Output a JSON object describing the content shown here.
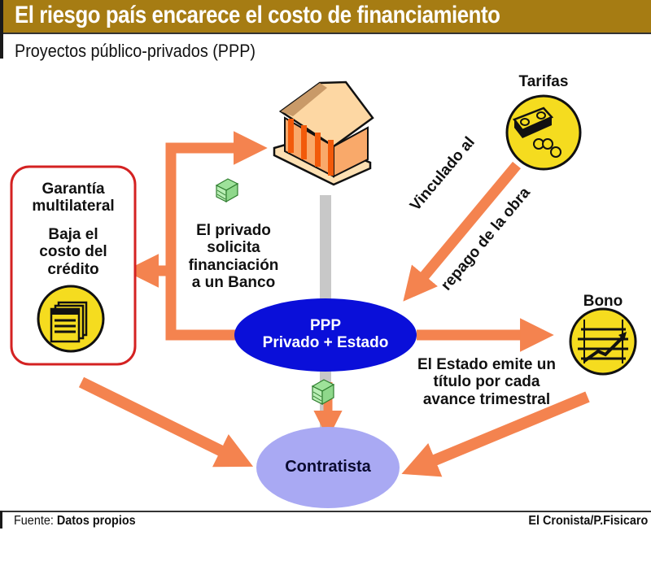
{
  "header": {
    "title": "El riesgo país encarece el costo de financiamiento",
    "subtitle": "Proyectos público-privados (PPP)"
  },
  "colors": {
    "title_bar": "#a67c13",
    "arrow": "#f4834f",
    "ppp_node": "#0a0fd9",
    "contratista_node": "#a9a9f3",
    "icon_yellow": "#f5dc1f",
    "guarantee_border": "#d42222",
    "connector_gray": "#c8c8c8"
  },
  "nodes": {
    "bank": {
      "icon": "bank-building-icon"
    },
    "guarantee": {
      "title": "Garantía multilateral",
      "title_lines": [
        "Garantía",
        "multilateral"
      ],
      "body_lines": [
        "Baja el",
        "costo del",
        "crédito"
      ],
      "icon": "documents-icon"
    },
    "tarifas": {
      "label": "Tarifas",
      "icon": "cash-and-coins-icon"
    },
    "bono": {
      "label": "Bono",
      "icon": "bond-chart-icon"
    },
    "ppp": {
      "line1": "PPP",
      "line2": "Privado + Estado"
    },
    "contratista": {
      "label": "Contratista"
    }
  },
  "edge_labels": {
    "financing": [
      "El privado",
      "solicita",
      "financiación",
      "a un Banco"
    ],
    "tarifas_line1": "Vinculado al",
    "tarifas_line2": "repago de la obra",
    "bono": [
      "El Estado emite un",
      "título por cada",
      "avance trimestral"
    ]
  },
  "footer": {
    "source_label": "Fuente:",
    "source_value": "Datos propios",
    "credit": "El Cronista/P.Fisicaro"
  }
}
